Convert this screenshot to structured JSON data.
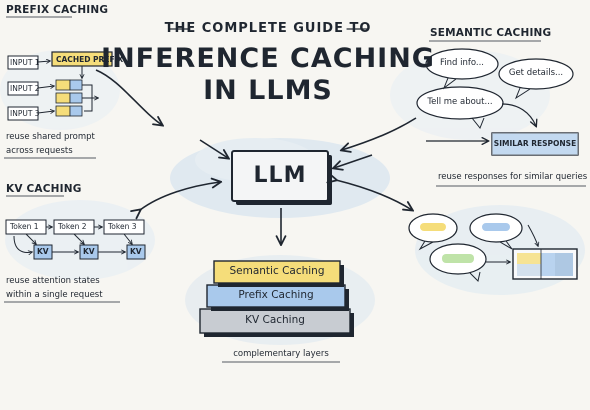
{
  "title": {
    "subtitle": "THE COMPLETE GUIDE TO",
    "line1": "INFERENCE CACHING",
    "line2": "IN LLMS"
  },
  "center": {
    "label": "LLM"
  },
  "prefix_caching": {
    "heading": "PREFIX CACHING",
    "inputs": [
      "INPUT 1",
      "INPUT 2",
      "INPUT 3"
    ],
    "cache_label": "CACHED PREFIX",
    "caption_line1": "reuse shared prompt",
    "caption_line2": "across requests"
  },
  "kv_caching": {
    "heading": "KV CACHING",
    "tokens": [
      "Token 1",
      "Token 2",
      "Token 3"
    ],
    "kv_label": "KV",
    "caption_line1": "reuse attention states",
    "caption_line2": "within a single request"
  },
  "semantic_caching": {
    "heading": "SEMANTIC CACHING",
    "bubbles": [
      "Find info...",
      "Get details...",
      "Tell me about..."
    ],
    "response_label": "SIMILAR RESPONSE",
    "caption": "reuse responses for similar queries"
  },
  "layers": {
    "items": [
      "Semantic Caching",
      "Prefix Caching",
      "KV Caching"
    ],
    "caption": "complementary layers"
  },
  "colors": {
    "ink": "#1f2630",
    "yellow": "#f5dd7a",
    "blue": "#a9c9ec",
    "green": "#bfe3a8",
    "grey": "#c8ccd2",
    "wash": "#cfe0ef"
  }
}
